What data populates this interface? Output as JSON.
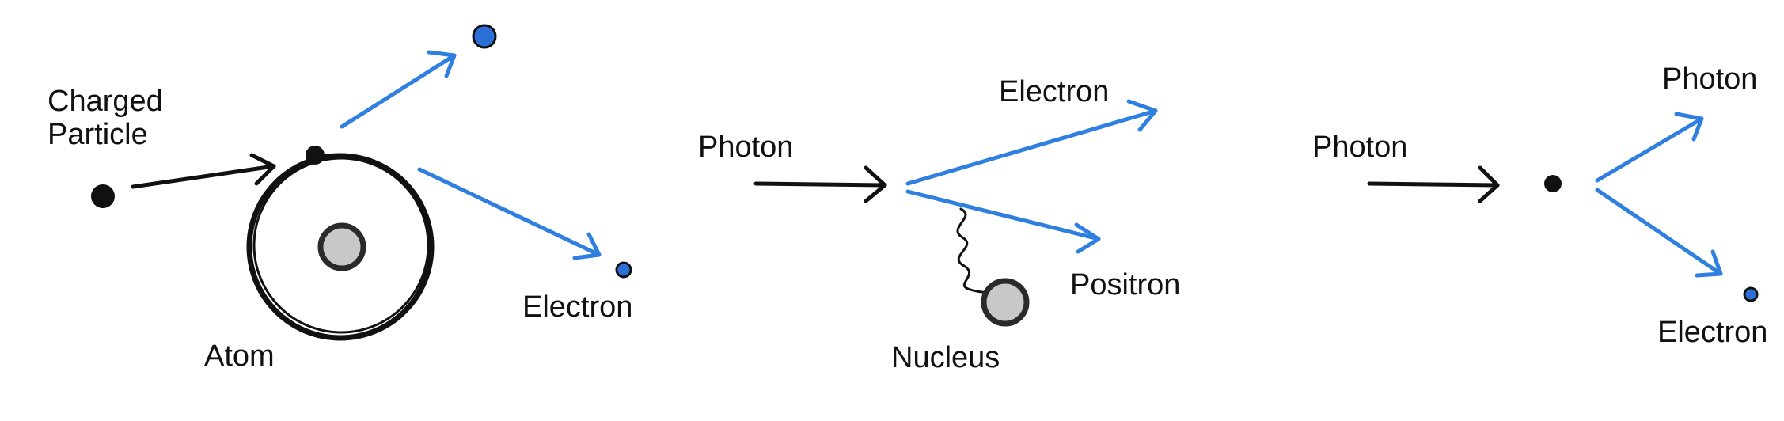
{
  "panels": [
    {
      "labels": {
        "charged_particle_line1": "Charged",
        "charged_particle_line2": "Particle",
        "atom": "Atom",
        "electron": "Electron"
      }
    },
    {
      "labels": {
        "photon": "Photon",
        "electron": "Electron",
        "positron": "Positron",
        "nucleus": "Nucleus"
      }
    },
    {
      "labels": {
        "photon_in": "Photon",
        "photon_out": "Photon",
        "electron": "Electron"
      }
    }
  ],
  "colors": {
    "ink": "#111111",
    "blue_arrow": "#2f7fe0",
    "blue_dot": "#2c6fd6",
    "nucleus_fill": "#c8c8c8",
    "nucleus_ring": "#2a2a2a"
  }
}
